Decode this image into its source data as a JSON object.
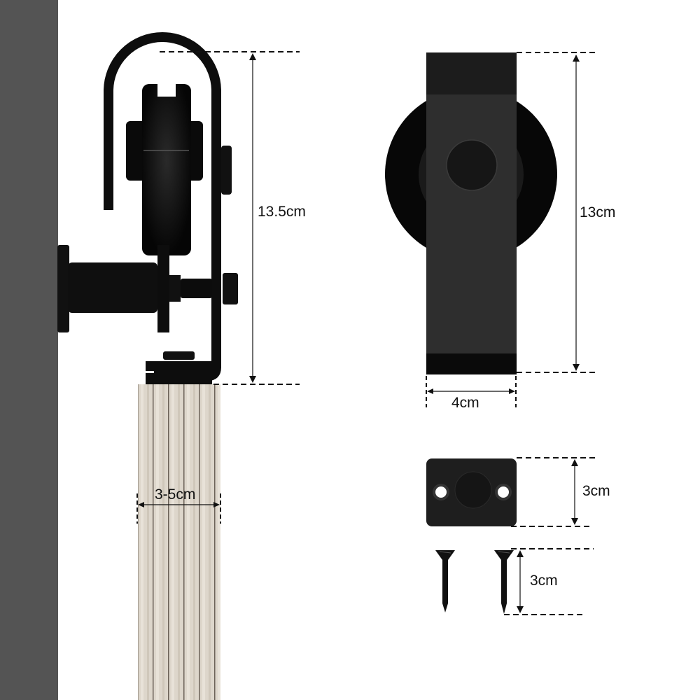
{
  "diagram": {
    "subject": "Sliding barn door hardware dimensions",
    "colors": {
      "wall": "#545454",
      "hardware": "#111111",
      "door_wood": "#d9d2c6",
      "background": "#ffffff",
      "dimension_line": "#111111"
    },
    "side_view": {
      "hanger_height_label": "13.5cm",
      "door_thickness_label": "3-5cm"
    },
    "front_view": {
      "strap_height_label": "13cm",
      "strap_width_label": "4cm"
    },
    "accessories": {
      "plate_height_label": "3cm",
      "screw_length_label": "3cm"
    }
  }
}
